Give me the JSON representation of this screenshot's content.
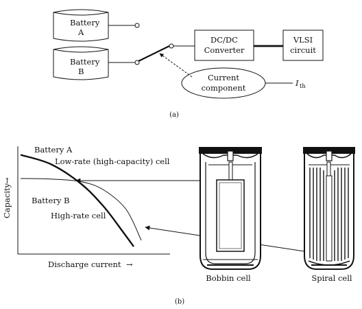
{
  "part_a": {
    "battery_a": [
      "Battery",
      "A"
    ],
    "battery_b": [
      "Battery",
      "B"
    ],
    "converter": [
      "DC/DC",
      "Converter"
    ],
    "vlsi": [
      "VLSI",
      "circuit"
    ],
    "current_component": [
      "Current",
      "component"
    ],
    "threshold_symbol": "I",
    "threshold_subscript": "th",
    "caption": "(a)"
  },
  "part_b": {
    "chart_data": {
      "type": "line",
      "xlabel": "Discharge current",
      "ylabel": "Capacity",
      "xlim": [
        0,
        1
      ],
      "ylim": [
        0,
        1
      ],
      "grid": false,
      "series": [
        {
          "name": "Battery A",
          "label": "Low-rate (high-capacity) cell",
          "x": [
            0.0,
            0.2,
            0.4,
            0.55,
            0.68,
            0.75
          ],
          "y": [
            0.95,
            0.86,
            0.67,
            0.45,
            0.2,
            0.06
          ]
        },
        {
          "name": "Battery B",
          "label": "High-rate cell",
          "x": [
            0.0,
            0.2,
            0.4,
            0.55,
            0.7,
            0.8
          ],
          "y": [
            0.72,
            0.715,
            0.69,
            0.61,
            0.42,
            0.12
          ]
        }
      ],
      "arrow_symbol": "→"
    },
    "bobbin_cell_label": "Bobbin cell",
    "spiral_cell_label": "Spiral cell",
    "caption": "(b)"
  }
}
